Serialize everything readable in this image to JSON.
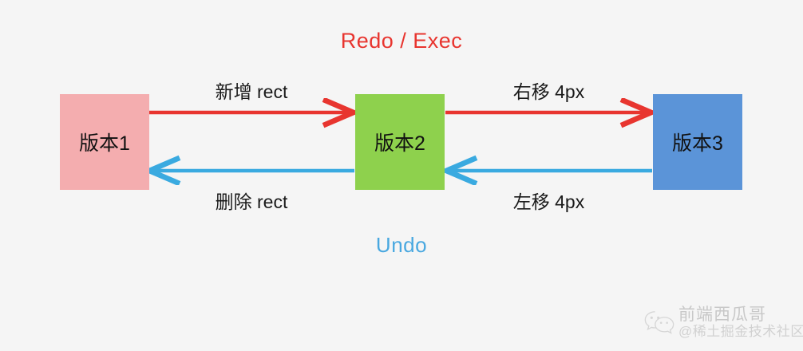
{
  "diagram": {
    "background_color": "#f5f5f5",
    "headings": {
      "redo": "Redo / Exec",
      "undo": "Undo"
    },
    "colors": {
      "redo_arrow": "#e8352f",
      "undo_arrow": "#3aaae0",
      "version1_box": "#f4adaf",
      "version2_box": "#8ed14d",
      "version3_box": "#5b94d8",
      "label_text": "#1a1a1a"
    },
    "nodes": [
      {
        "id": "v1",
        "label": "版本1",
        "color": "#f4adaf"
      },
      {
        "id": "v2",
        "label": "版本2",
        "color": "#8ed14d"
      },
      {
        "id": "v3",
        "label": "版本3",
        "color": "#5b94d8"
      }
    ],
    "edges": [
      {
        "id": "e1",
        "from": "v1",
        "to": "v2",
        "label": "新增 rect",
        "direction": "right",
        "group": "redo"
      },
      {
        "id": "e2",
        "from": "v2",
        "to": "v3",
        "label": "右移 4px",
        "direction": "right",
        "group": "redo"
      },
      {
        "id": "e3",
        "from": "v2",
        "to": "v1",
        "label": "删除 rect",
        "direction": "left",
        "group": "undo"
      },
      {
        "id": "e4",
        "from": "v3",
        "to": "v2",
        "label": "左移 4px",
        "direction": "left",
        "group": "undo"
      }
    ]
  },
  "watermark": {
    "icon": "wechat-icon",
    "account_name": "前端西瓜哥",
    "platform": "@稀土掘金技术社区"
  }
}
